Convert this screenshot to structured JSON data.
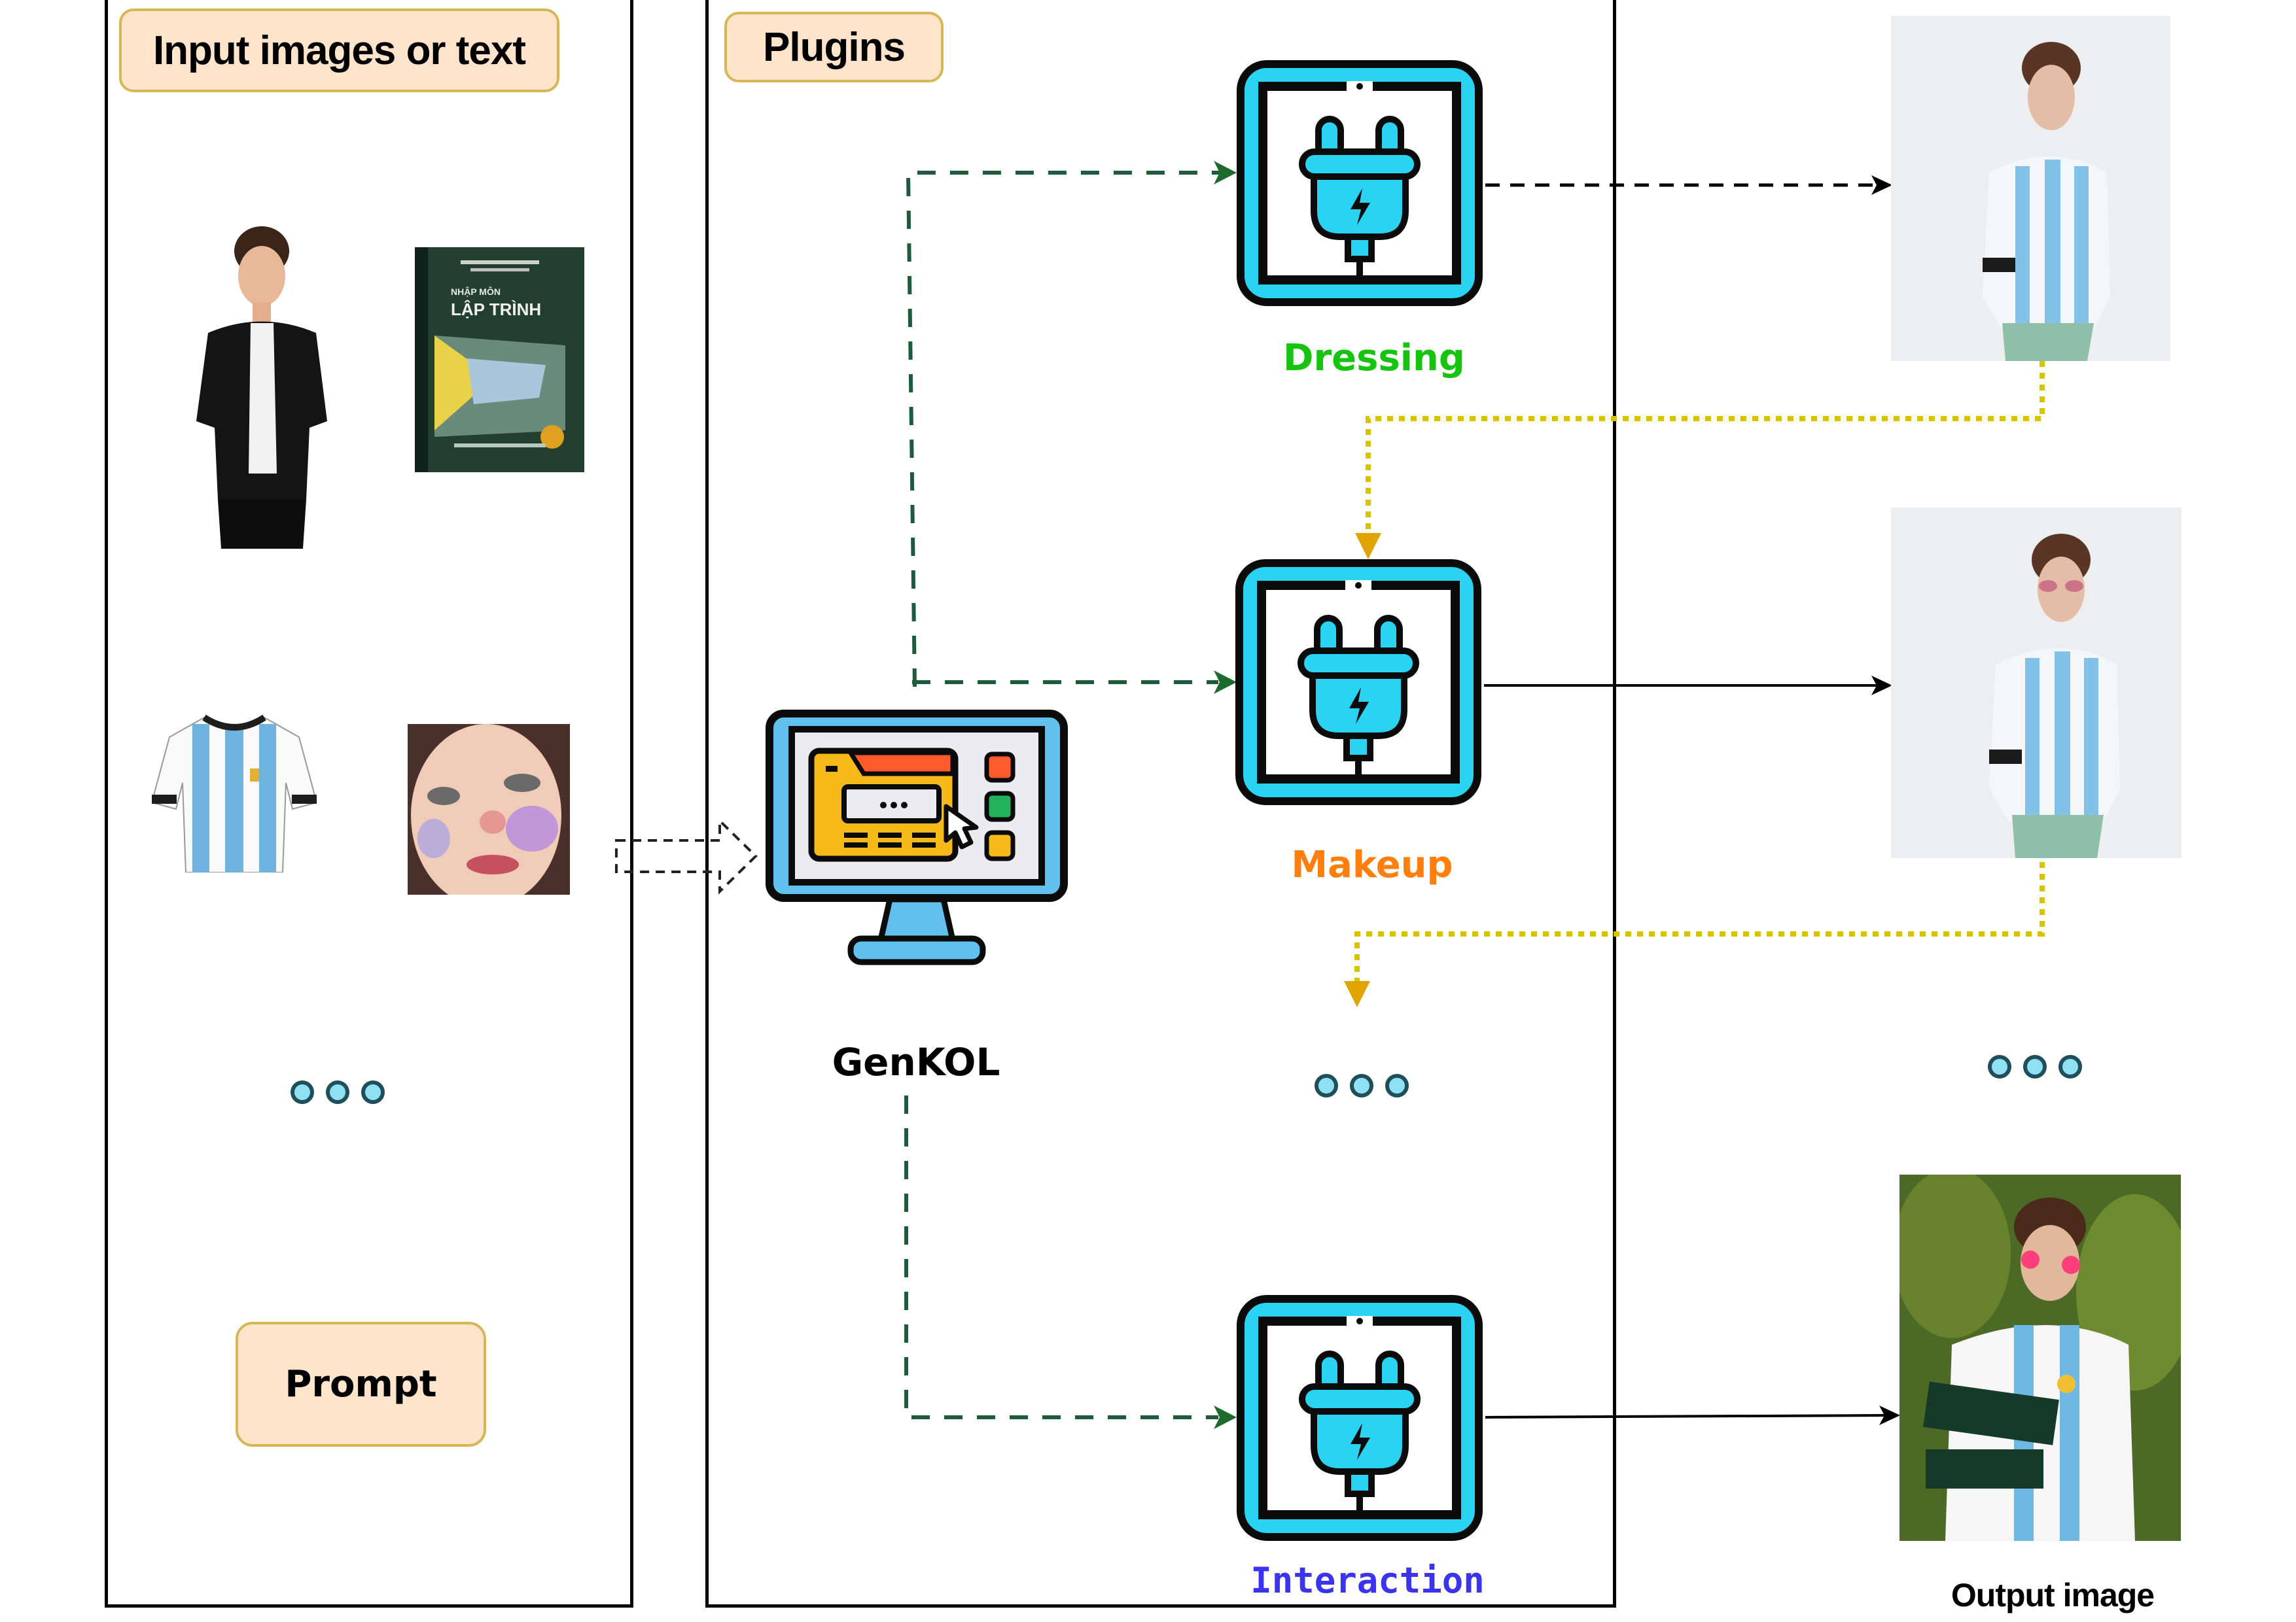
{
  "input_panel": {
    "title": "Input images or text",
    "images": [
      {
        "name": "person-photo",
        "description": "young man in black shirt"
      },
      {
        "name": "book-cover",
        "title_small": "NHẬP MÔN",
        "title_large": "LẬP TRÌNH"
      },
      {
        "name": "jersey-photo",
        "description": "Argentina striped jersey"
      },
      {
        "name": "makeup-face-photo",
        "description": "face with colorful makeup"
      }
    ],
    "more_indicator": "more-items",
    "prompt_label": "Prompt"
  },
  "plugins_panel": {
    "title": "Plugins",
    "core": {
      "label": "GenKOL",
      "icon": "computer-monitor-icon"
    },
    "plugins": [
      {
        "label": "Dressing",
        "color": "#16c40f",
        "icon": "plug-icon"
      },
      {
        "label": "Makeup",
        "color": "#ff7f0e",
        "icon": "plug-icon"
      },
      {
        "label": "Interaction",
        "color": "#3a33f0",
        "icon": "plug-icon"
      }
    ],
    "more_indicator": "more-plugins"
  },
  "outputs": {
    "steps": [
      {
        "name": "dressing-result-photo"
      },
      {
        "name": "makeup-result-photo"
      }
    ],
    "more_indicator": "more-results",
    "final_label": "Output image"
  },
  "colors": {
    "label_fill": "#fde4cb",
    "label_border": "#d7b656",
    "plug_cyan": "#2bd3f2",
    "monitor_blue": "#62c0ee",
    "green_arrow": "#1d5c3a",
    "yellow_arrow": "#d6c400",
    "arrowhead_gold": "#e0a400"
  }
}
